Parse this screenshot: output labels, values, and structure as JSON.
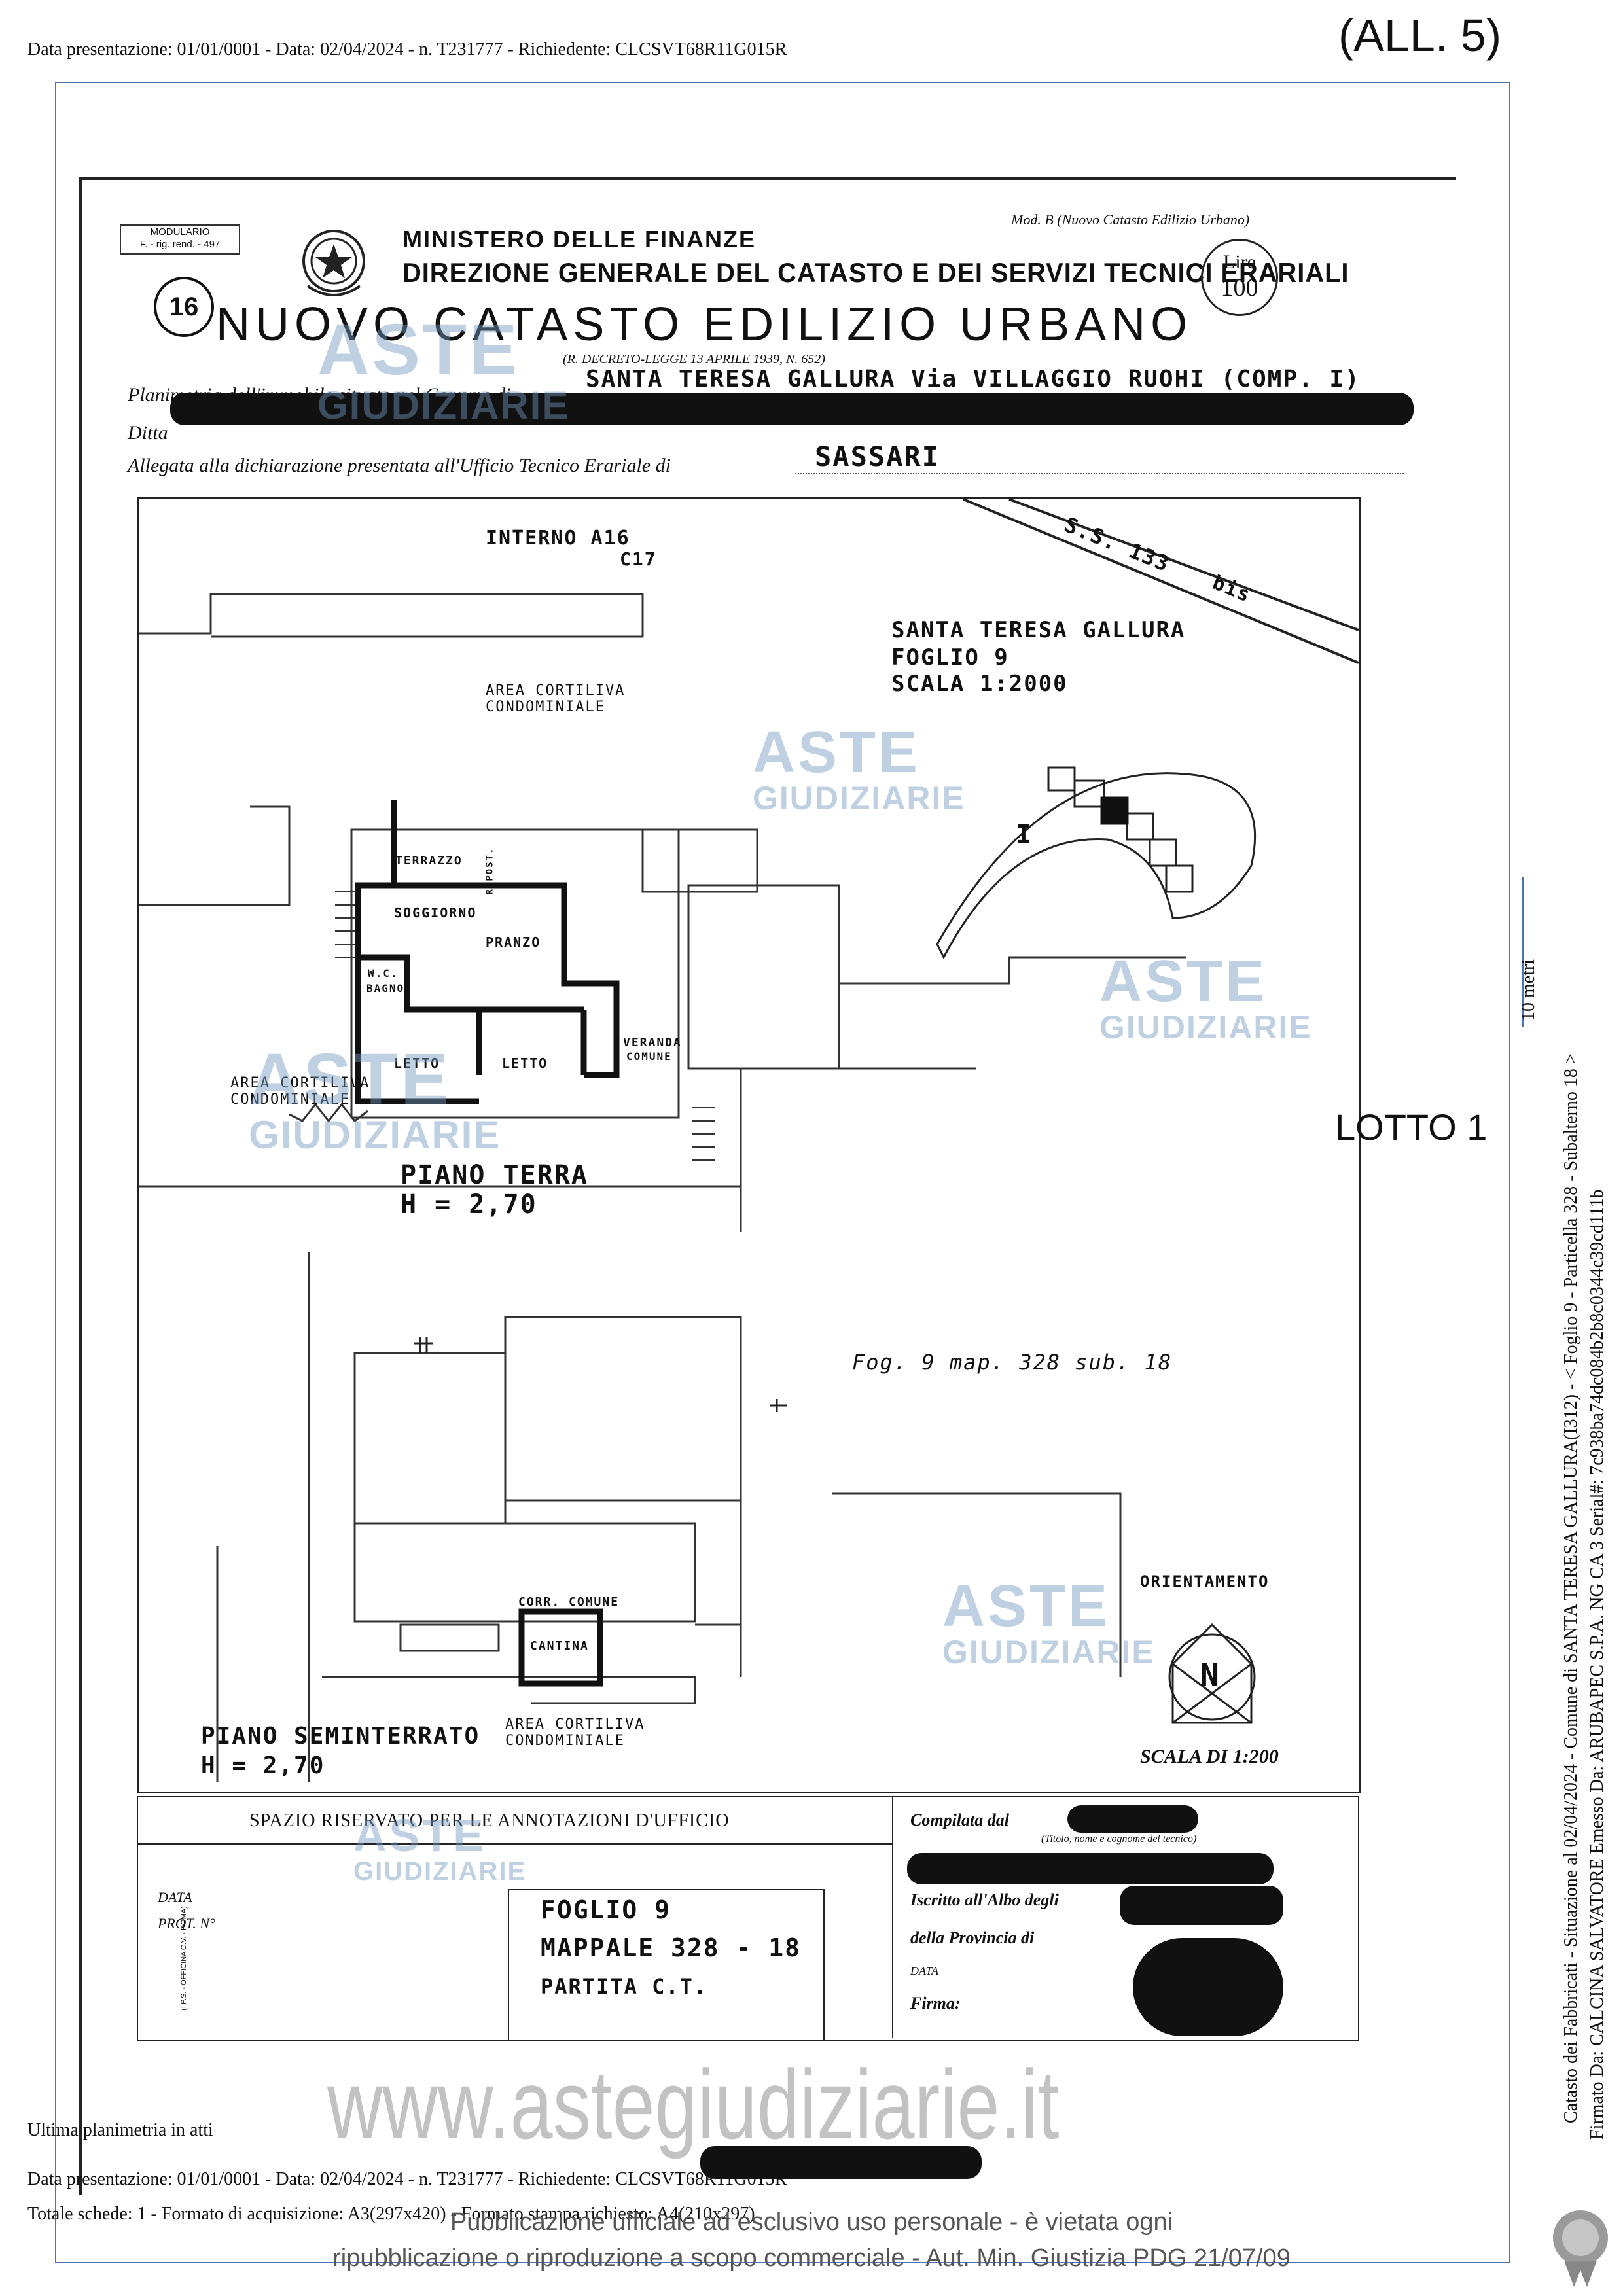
{
  "header": {
    "line": "Data presentazione: 01/01/0001 - Data: 02/04/2024 - n. T231777 - Richiedente: CLCSVT68R11G015R",
    "attachment": "(ALL. 5)"
  },
  "form": {
    "modulario": "MODULARIO",
    "modulario_sub": "F. - rig. rend. - 497",
    "number": "16",
    "ministry": "MINISTERO DELLE FINANZE",
    "direction": "DIREZIONE GENERALE DEL CATASTO E DEI SERVIZI TECNICI ERARIALI",
    "mod": "Mod. B (Nuovo Catasto Edilizio Urbano)",
    "lire": "Lire",
    "lire_value": "100",
    "title": "NUOVO CATASTO EDILIZIO URBANO",
    "decree": "(R. DECRETO-LEGGE 13 APRILE 1939, N. 652)",
    "plan_label": "Planimetria dell'immobile situato nel Comune di",
    "plan_value": "SANTA TERESA GALLURA Via VILLAGGIO RUOHI (COMP. I)",
    "ditta_label": "Ditta",
    "allegata_label": "Allegata alla dichiarazione presentata all'Ufficio Tecnico Erariale di",
    "allegata_value": "SASSARI"
  },
  "plan": {
    "interno": "INTERNO A16",
    "interno2": "C17",
    "road": "S.S. 133",
    "road_bis": "bis",
    "location_1": "SANTA TERESA GALLURA",
    "location_2": "FOGLIO 9",
    "location_3": "SCALA 1:2000",
    "site_label": "I",
    "area_cortiliva_1": "AREA CORTILIVA",
    "condominiale_1": "CONDOMINIALE",
    "terrazzo": "TERRAZZO",
    "ripostiglio": "RIPOST.",
    "soggiorno": "SOGGIORNO",
    "pranzo": "PRANZO",
    "wc": "W.C.",
    "bagno": "BAGNO",
    "letto_1": "LETTO",
    "letto_2": "LETTO",
    "veranda": "VERANDA",
    "comune": "COMUNE",
    "area_cortiliva_2": "AREA CORTILIVA",
    "condominiale_2": "CONDOMINIALE",
    "piano_terra": "PIANO TERRA",
    "h_terra": "H = 2,70",
    "ref": "Fog. 9 map. 328 sub. 18",
    "corr_comune": "CORR. COMUNE",
    "cantina": "CANTINA",
    "piano_semi": "PIANO SEMINTERRATO",
    "h_semi": "H = 2,70",
    "area_cortiliva_3": "AREA CORTILIVA",
    "condominiale_3": "CONDOMINIALE",
    "orientamento": "ORIENTAMENTO",
    "north": "N",
    "scala": "SCALA DI 1:200"
  },
  "lotto": "LOTTO 1",
  "scale_bar": "10 metri",
  "annotations": {
    "spazio": "SPAZIO RISERVATO PER LE ANNOTAZIONI D'UFFICIO",
    "data": "DATA",
    "prot": "PROT. N°",
    "foglio": "FOGLIO 9",
    "mappale": "MAPPALE 328 - 18",
    "partita": "PARTITA C.T.",
    "compilata": "Compilata dal",
    "titolo": "(Titolo, nome e cognome del tecnico)",
    "iscritto": "Iscritto all'Albo degli",
    "provincia": "della Provincia di",
    "data2": "DATA",
    "firma": "Firma:",
    "printer": "(I.P.S. - OFFICINA C.V. - ROMA)"
  },
  "side_text_1": "Catasto dei Fabbricati - Situazione al 02/04/2024 - Comune di SANTA TERESA GALLURA(I312) - < Foglio 9 - Particella 328 - Subalterno 18 >",
  "side_text_2": "Firmato Da: CALCINA SALVATORE Emesso Da: ARUBAPEC S.P.A. NG CA 3 Serial#: 7c938ba74dc084b2b8c0344c39cd111b",
  "watermark": {
    "aste": "ASTE",
    "giudiziarie": "GIUDIZIARIE",
    "website": "www.astegiudiziarie.it",
    "notice_1": "Pubblicazione ufficiale ad esclusivo uso personale - è vietata ogni",
    "notice_2": "ripubblicazione o riproduzione a scopo commerciale - Aut. Min. Giustizia PDG 21/07/09"
  },
  "footer": {
    "ultima": "Ultima planimetria in atti",
    "line1": "Data presentazione: 01/01/0001 - Data: 02/04/2024 - n. T231777 - Richiedente: CLCSVT68R11G015R",
    "line2": "Totale schede: 1 - Formato di acquisizione: A3(297x420) - Formato stampa richiesto: A4(210x297)"
  }
}
